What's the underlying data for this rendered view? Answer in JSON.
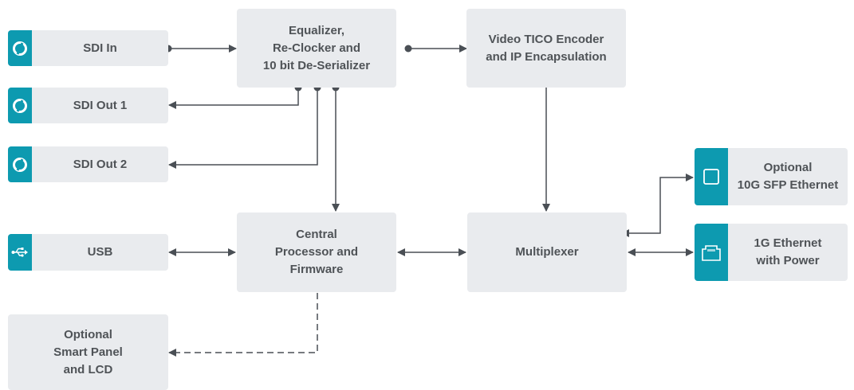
{
  "colors": {
    "box": "#e9ebee",
    "accent": "#0d9ab0",
    "line": "#4a4f55",
    "text": "#4f5357"
  },
  "ports": {
    "sdi_in": {
      "label": "SDI In",
      "icon": "bnc-connector-icon"
    },
    "sdi_out_1": {
      "label": "SDI Out 1",
      "icon": "bnc-connector-icon"
    },
    "sdi_out_2": {
      "label": "SDI Out 2",
      "icon": "bnc-connector-icon"
    },
    "usb": {
      "label": "USB",
      "icon": "usb-icon"
    },
    "sfp": {
      "label": "Optional\n10G SFP Ethernet",
      "icon": "sfp-cage-icon"
    },
    "ethernet": {
      "label": "1G Ethernet\nwith Power",
      "icon": "rj45-ethernet-icon"
    }
  },
  "blocks": {
    "equalizer": "Equalizer,\nRe-Clocker and\n10 bit De-Serializer",
    "encoder": "Video TICO Encoder\nand IP Encapsulation",
    "processor": "Central\nProcessor and\nFirmware",
    "multiplexer": "Multiplexer",
    "smart_panel": "Optional\nSmart Panel\nand LCD"
  }
}
